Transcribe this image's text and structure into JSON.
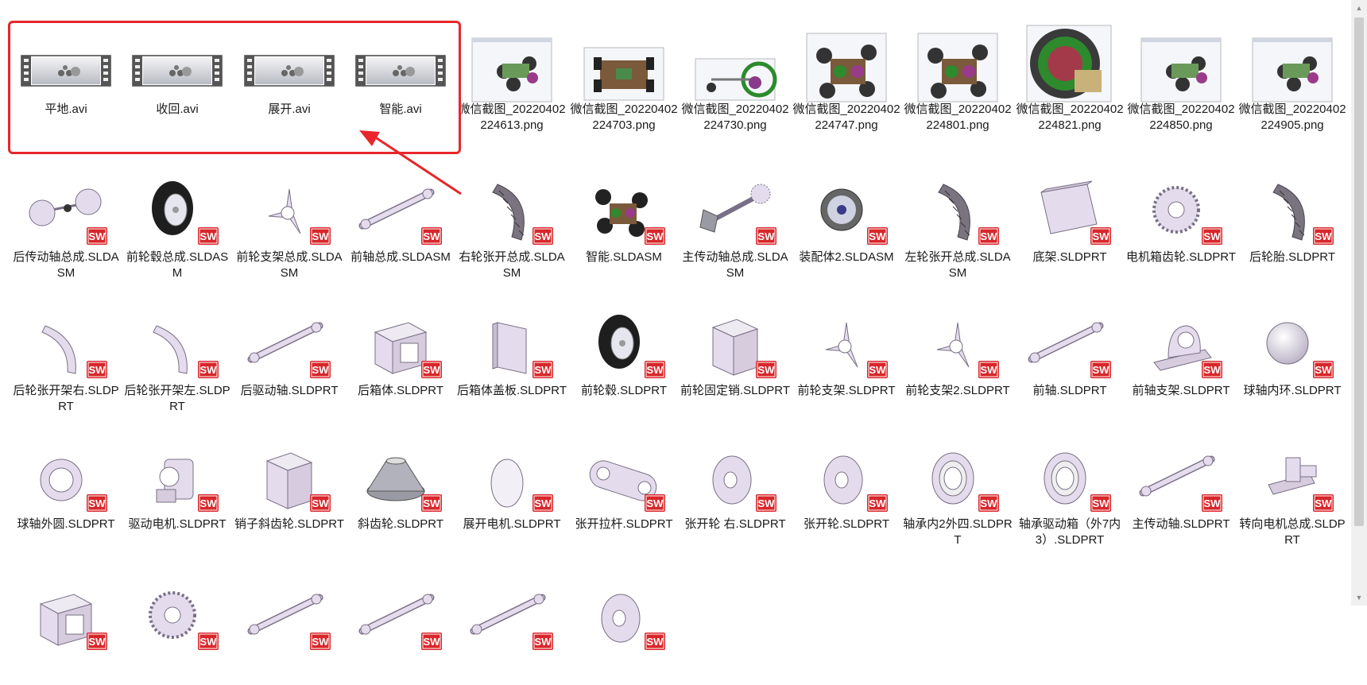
{
  "window": {
    "view": "large-icons"
  },
  "colors": {
    "highlight": "#e8262b",
    "sw_red": "#d8262a",
    "part_fill": "#e4dcec",
    "part_stroke": "#7a6f86"
  },
  "rows": [
    [
      {
        "label": "平地.avi",
        "kind": "video",
        "icon": "video-file-icon"
      },
      {
        "label": "收回.avi",
        "kind": "video",
        "icon": "video-file-icon"
      },
      {
        "label": "展开.avi",
        "kind": "video",
        "icon": "video-file-icon"
      },
      {
        "label": "智能.avi",
        "kind": "video",
        "icon": "video-file-icon"
      },
      {
        "label": "微信截图_20220402224613.png",
        "kind": "image",
        "icon": "cad-screenshot-thumbnail"
      },
      {
        "label": "微信截图_20220402224703.png",
        "kind": "image",
        "icon": "chassis-screenshot-thumbnail"
      },
      {
        "label": "微信截图_20220402224730.png",
        "kind": "image",
        "icon": "axle-screenshot-thumbnail"
      },
      {
        "label": "微信截图_20220402224747.png",
        "kind": "image",
        "icon": "robot-screenshot-thumbnail"
      },
      {
        "label": "微信截图_20220402224801.png",
        "kind": "image",
        "icon": "robot-screenshot-thumbnail"
      },
      {
        "label": "微信截图_20220402224821.png",
        "kind": "image",
        "icon": "wheel-screenshot-thumbnail"
      },
      {
        "label": "微信截图_20220402224850.png",
        "kind": "image",
        "icon": "cad-screenshot-thumbnail"
      },
      {
        "label": "微信截图_20220402224905.png",
        "kind": "image",
        "icon": "cad-screenshot-thumbnail"
      }
    ],
    [
      {
        "label": "后传动轴总成.SLDASM",
        "kind": "asm",
        "icon": "axle-assembly-icon"
      },
      {
        "label": "前轮毂总成.SLDASM",
        "kind": "asm",
        "icon": "tire-icon"
      },
      {
        "label": "前轮支架总成.SLDASM",
        "kind": "asm",
        "icon": "tri-bracket-icon"
      },
      {
        "label": "前轴总成.SLDASM",
        "kind": "asm",
        "icon": "shaft-icon"
      },
      {
        "label": "右轮张开总成.SLDASM",
        "kind": "asm",
        "icon": "curved-track-icon"
      },
      {
        "label": "智能.SLDASM",
        "kind": "asm",
        "icon": "robot-assembly-icon"
      },
      {
        "label": "主传动轴总成.SLDASM",
        "kind": "asm",
        "icon": "gear-shaft-icon"
      },
      {
        "label": "装配体2.SLDASM",
        "kind": "asm",
        "icon": "wheel-icon"
      },
      {
        "label": "左轮张开总成.SLDASM",
        "kind": "asm",
        "icon": "curved-track-icon"
      },
      {
        "label": "底架.SLDPRT",
        "kind": "prt",
        "icon": "plate-icon"
      },
      {
        "label": "电机箱齿轮.SLDPRT",
        "kind": "prt",
        "icon": "gear-icon"
      },
      {
        "label": "后轮胎.SLDPRT",
        "kind": "prt",
        "icon": "curved-track-icon"
      }
    ],
    [
      {
        "label": "后轮张开架右.SLDPRT",
        "kind": "prt",
        "icon": "arc-arm-icon"
      },
      {
        "label": "后轮张开架左.SLDPRT",
        "kind": "prt",
        "icon": "arc-arm-icon"
      },
      {
        "label": "后驱动轴.SLDPRT",
        "kind": "prt",
        "icon": "shaft-icon"
      },
      {
        "label": "后箱体.SLDPRT",
        "kind": "prt",
        "icon": "box-frame-icon"
      },
      {
        "label": "后箱体盖板.SLDPRT",
        "kind": "prt",
        "icon": "cover-plate-icon"
      },
      {
        "label": "前轮毂.SLDPRT",
        "kind": "prt",
        "icon": "tire-icon"
      },
      {
        "label": "前轮固定销.SLDPRT",
        "kind": "prt",
        "icon": "cube-icon"
      },
      {
        "label": "前轮支架.SLDPRT",
        "kind": "prt",
        "icon": "tri-bracket-icon"
      },
      {
        "label": "前轮支架2.SLDPRT",
        "kind": "prt",
        "icon": "tri-bracket-icon"
      },
      {
        "label": "前轴.SLDPRT",
        "kind": "prt",
        "icon": "shaft-icon"
      },
      {
        "label": "前轴支架.SLDPRT",
        "kind": "prt",
        "icon": "pillow-block-icon"
      },
      {
        "label": "球轴内环.SLDPRT",
        "kind": "prt",
        "icon": "sphere-icon"
      }
    ],
    [
      {
        "label": "球轴外圆.SLDPRT",
        "kind": "prt",
        "icon": "ring-icon"
      },
      {
        "label": "驱动电机.SLDPRT",
        "kind": "prt",
        "icon": "motor-icon"
      },
      {
        "label": "销子斜齿轮.SLDPRT",
        "kind": "prt",
        "icon": "cube-icon"
      },
      {
        "label": "斜齿轮.SLDPRT",
        "kind": "prt",
        "icon": "bevel-gear-icon"
      },
      {
        "label": "展开电机.SLDPRT",
        "kind": "prt",
        "icon": "disc-icon"
      },
      {
        "label": "张开拉杆.SLDPRT",
        "kind": "prt",
        "icon": "link-bar-icon"
      },
      {
        "label": "张开轮 右.SLDPRT",
        "kind": "prt",
        "icon": "pulley-icon"
      },
      {
        "label": "张开轮.SLDPRT",
        "kind": "prt",
        "icon": "pulley-icon"
      },
      {
        "label": "轴承内2外四.SLDPRT",
        "kind": "prt",
        "icon": "bearing-icon"
      },
      {
        "label": "轴承驱动箱（外7内3）.SLDPRT",
        "kind": "prt",
        "icon": "bearing-icon"
      },
      {
        "label": "主传动轴.SLDPRT",
        "kind": "prt",
        "icon": "shaft-icon"
      },
      {
        "label": "转向电机总成.SLDPRT",
        "kind": "prt",
        "icon": "motor-bracket-icon"
      }
    ],
    [
      {
        "label": "",
        "kind": "prt",
        "icon": "box-frame-icon"
      },
      {
        "label": "",
        "kind": "prt",
        "icon": "gear-icon"
      },
      {
        "label": "",
        "kind": "prt",
        "icon": "shaft-icon"
      },
      {
        "label": "",
        "kind": "prt",
        "icon": "shaft-icon"
      },
      {
        "label": "",
        "kind": "prt",
        "icon": "shaft-icon"
      },
      {
        "label": "",
        "kind": "prt",
        "icon": "pulley-icon"
      }
    ]
  ]
}
